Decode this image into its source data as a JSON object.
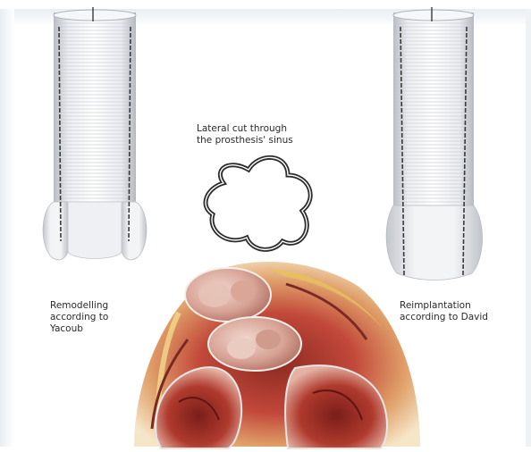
{
  "labels": {
    "lateral_cut": [
      "Lateral cut through",
      "the prosthesis' sinus"
    ],
    "remodelling": [
      "Remodelling",
      "according to",
      "Yacoub"
    ],
    "reimplantation": [
      "Reimplantation",
      "according to David"
    ]
  },
  "colors": {
    "graft_body": "#f4f5f7",
    "graft_shadow": "#c9ccd2",
    "suture_line": "#3a3a3a",
    "tissue_red": "#b63a2c",
    "tissue_yellow": "#e7c25e",
    "valve_cusp": "#d8a99e"
  }
}
